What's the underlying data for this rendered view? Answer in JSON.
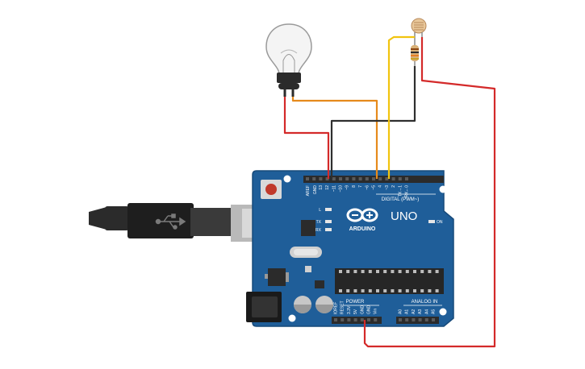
{
  "board": {
    "brand": "ARDUINO",
    "model": "UNO",
    "digital_label": "DIGITAL (PWM~)",
    "power_label": "POWER",
    "analog_label": "ANALOG IN",
    "led_l": "L",
    "led_tx": "TX",
    "led_rx": "RX",
    "led_on": "ON",
    "aref": "AREF",
    "gnd": "GND",
    "digital_pins": [
      "13",
      "12",
      "~11",
      "~10",
      "~9",
      "8",
      "7",
      "~6",
      "~5",
      "4",
      "~3",
      "2",
      "TX→1",
      "RX←0"
    ],
    "power_pins": [
      "IOREF",
      "RESET",
      "3.3V",
      "5V",
      "GND",
      "GND",
      "Vin"
    ],
    "analog_pins": [
      "A0",
      "A1",
      "A2",
      "A3",
      "A4",
      "A5"
    ]
  },
  "colors": {
    "board": "#1f5e99",
    "board_edge": "#174a7a",
    "wire_red": "#d42a2a",
    "wire_orange": "#e68a1c",
    "wire_dark": "#2f2f2f",
    "wire_yellow": "#f1c40f",
    "header": "#2b2b2b"
  },
  "components": {
    "lamp": "light-bulb-icon",
    "ldr": "photoresistor-icon",
    "resistor": "resistor-icon",
    "usb": "usb-cable-icon"
  }
}
